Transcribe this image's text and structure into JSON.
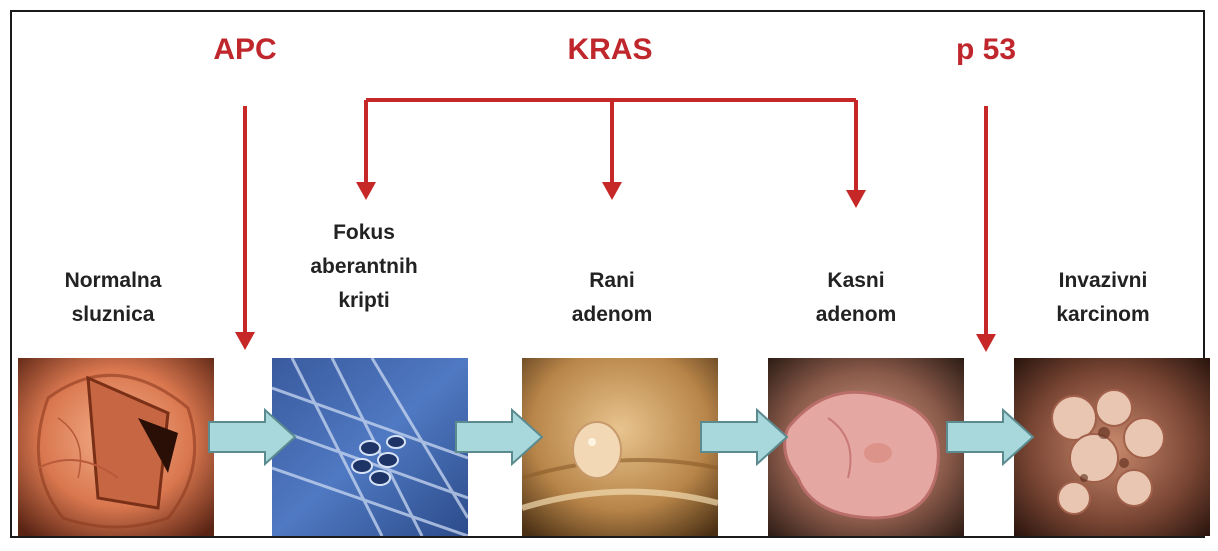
{
  "genes": [
    {
      "id": "apc",
      "label": "APC",
      "targets": [
        1
      ]
    },
    {
      "id": "kras",
      "label": "KRAS",
      "targets": [
        2,
        3,
        4
      ]
    },
    {
      "id": "p53",
      "label": "p 53",
      "targets": [
        5
      ]
    }
  ],
  "stages": [
    {
      "id": "normal",
      "lines": [
        "Normalna",
        "sluznica"
      ],
      "image": "normal-mucosa-photo"
    },
    {
      "id": "acf",
      "lines": [
        "Fokus",
        "aberantnih",
        "kripti"
      ],
      "image": "aberrant-crypt-focus-photo"
    },
    {
      "id": "early",
      "lines": [
        "Rani",
        "adenom"
      ],
      "image": "early-adenoma-photo"
    },
    {
      "id": "late",
      "lines": [
        "Kasni",
        "adenom"
      ],
      "image": "late-adenoma-photo"
    },
    {
      "id": "carcinoma",
      "lines": [
        "Invazivni",
        "karcinom"
      ],
      "image": "invasive-carcinoma-photo"
    }
  ],
  "colors": {
    "gene_text": "#c0272d",
    "gene_arrow": "#c62828",
    "step_arrow_fill": "#a9d8dc",
    "step_arrow_stroke": "#5b8a8f",
    "frame": "#1a1a1a"
  }
}
